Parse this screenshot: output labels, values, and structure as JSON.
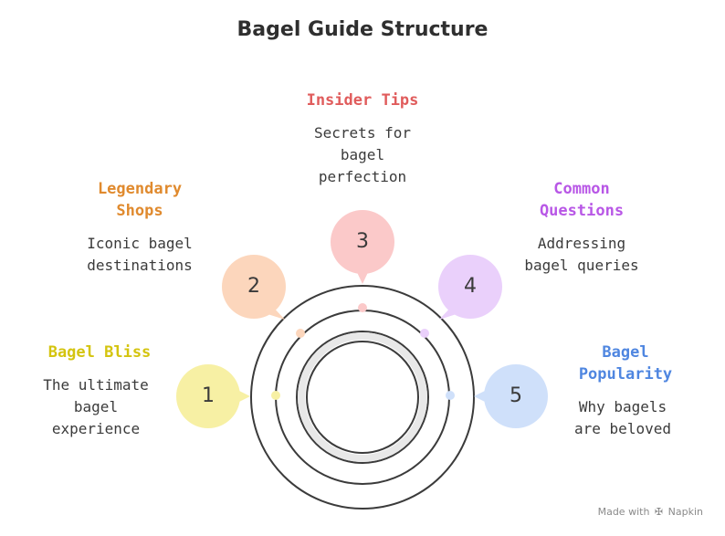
{
  "title": "Bagel Guide Structure",
  "colors": {
    "yellow": "#d4c40f",
    "orange": "#e08a2e",
    "red": "#e05c5c",
    "purple": "#b857e6",
    "blue": "#4f86e0"
  },
  "items": [
    {
      "number": "1",
      "heading": "Bagel Bliss",
      "description": "The ultimate bagel experience"
    },
    {
      "number": "2",
      "heading": "Legendary Shops",
      "description": "Iconic bagel destinations"
    },
    {
      "number": "3",
      "heading": "Insider Tips",
      "description": "Secrets for bagel perfection"
    },
    {
      "number": "4",
      "heading": "Common Questions",
      "description": "Addressing bagel queries"
    },
    {
      "number": "5",
      "heading": "Bagel Popularity",
      "description": "Why bagels are beloved"
    }
  ],
  "footer": {
    "prefix": "Made with",
    "icon": "napkin-logo-icon",
    "brand": "Napkin"
  }
}
